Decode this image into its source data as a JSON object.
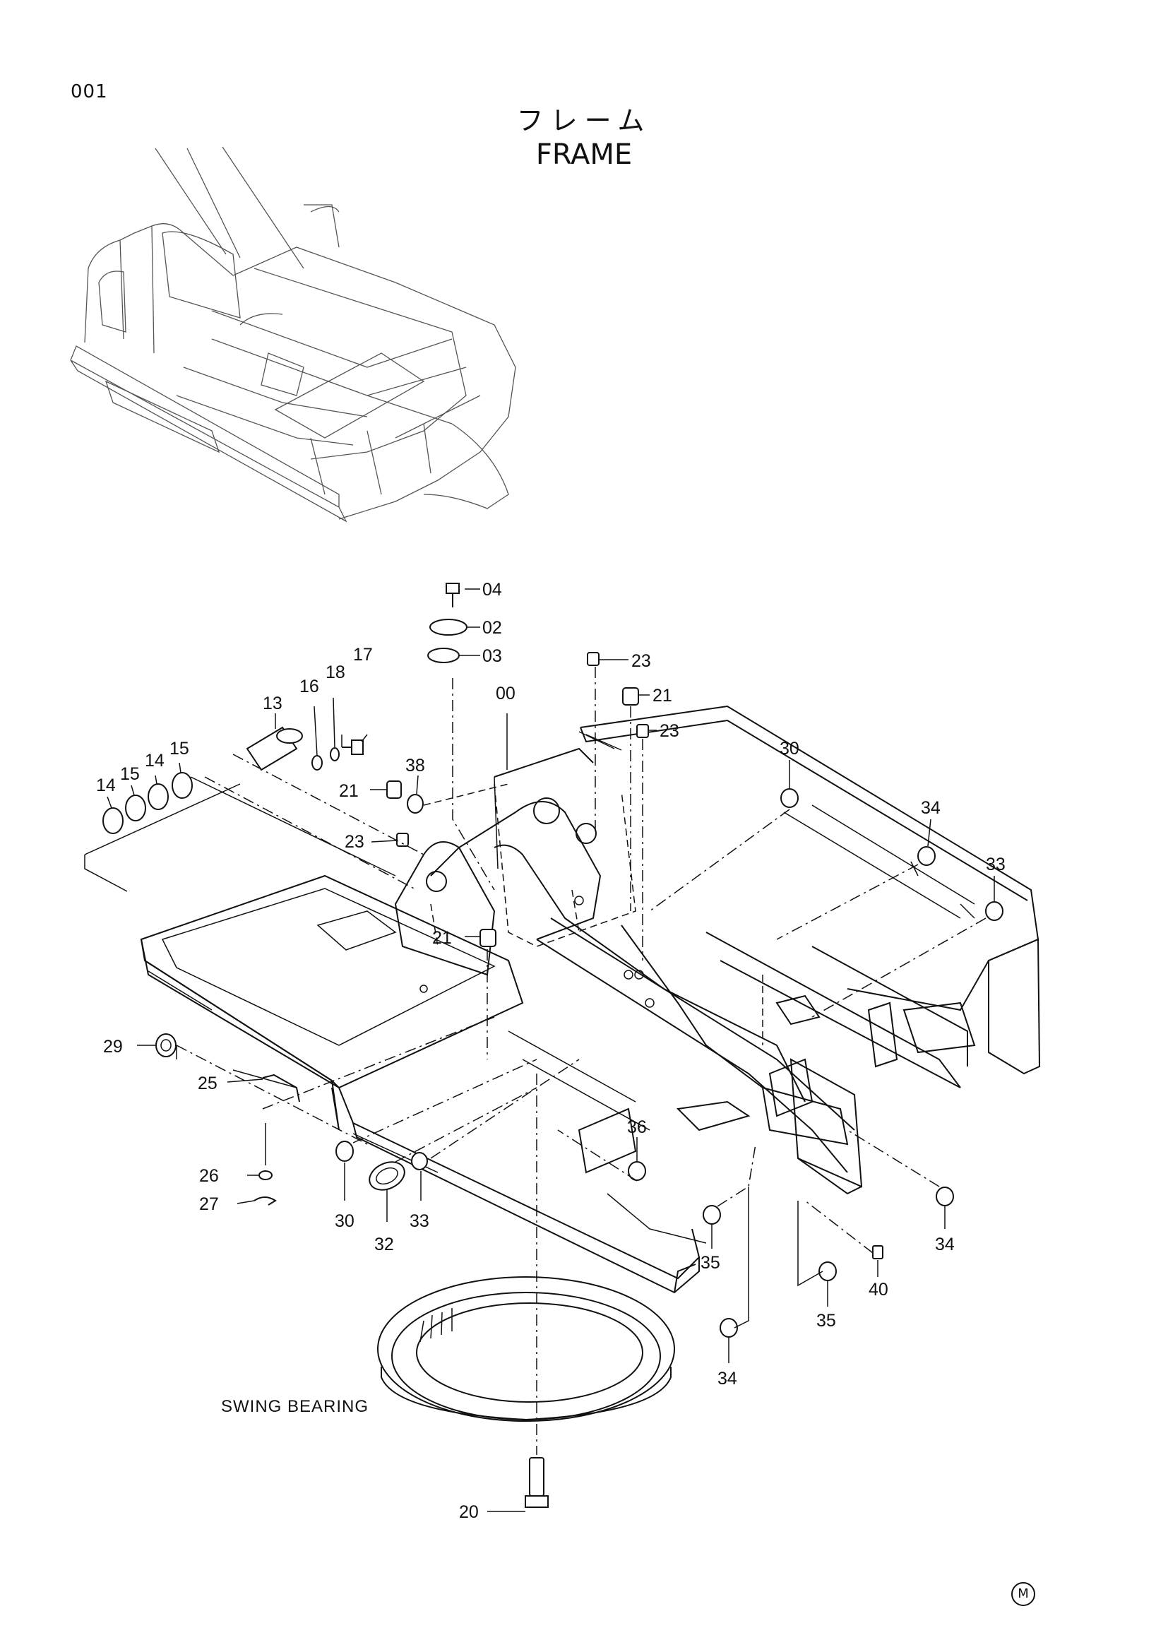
{
  "page": {
    "number": "001",
    "title_jp": "フレーム",
    "title_en": "FRAME",
    "mark": "M"
  },
  "captions": {
    "swing_bearing": "SWING BEARING"
  },
  "callouts": [
    "04",
    "02",
    "03",
    "00",
    "23",
    "21",
    "23",
    "17",
    "18",
    "16",
    "13",
    "15",
    "14",
    "15",
    "14",
    "38",
    "21",
    "23",
    "30",
    "34",
    "33",
    "21",
    "29",
    "25",
    "26",
    "27",
    "30",
    "32",
    "33",
    "36",
    "35",
    "40",
    "35",
    "34",
    "34",
    "20"
  ]
}
